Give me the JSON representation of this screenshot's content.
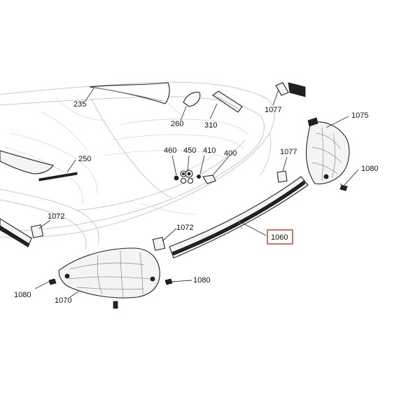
{
  "diagram": {
    "highlight_color": "#c0392b",
    "callouts": [
      {
        "id": "235",
        "label": "235"
      },
      {
        "id": "260",
        "label": "260"
      },
      {
        "id": "310",
        "label": "310"
      },
      {
        "id": "1077a",
        "label": "1077"
      },
      {
        "id": "1075",
        "label": "1075"
      },
      {
        "id": "250",
        "label": "250"
      },
      {
        "id": "460",
        "label": "460"
      },
      {
        "id": "450",
        "label": "450"
      },
      {
        "id": "410",
        "label": "410"
      },
      {
        "id": "400",
        "label": "400"
      },
      {
        "id": "1077b",
        "label": "1077"
      },
      {
        "id": "1080a",
        "label": "1080"
      },
      {
        "id": "1072a",
        "label": "1072"
      },
      {
        "id": "1072b",
        "label": "1072"
      },
      {
        "id": "1060",
        "label": "1060",
        "highlighted": true
      },
      {
        "id": "1080b",
        "label": "1080"
      },
      {
        "id": "1080c",
        "label": "1080"
      },
      {
        "id": "1070",
        "label": "1070"
      }
    ]
  }
}
